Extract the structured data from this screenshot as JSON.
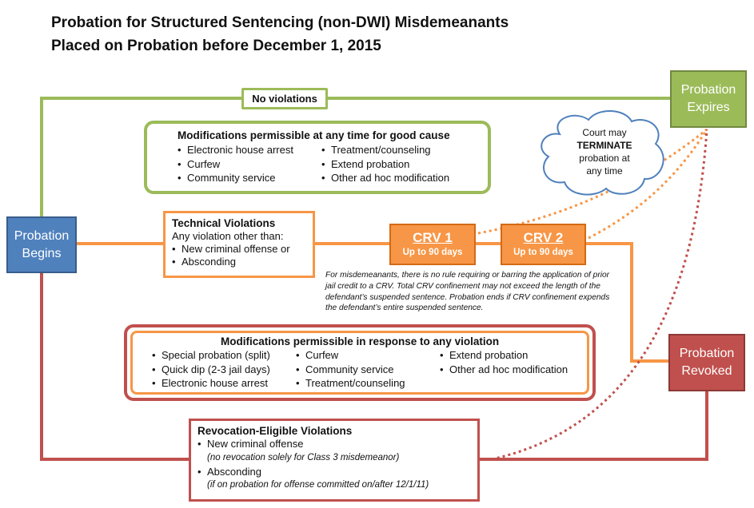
{
  "title": {
    "line1": "Probation for Structured Sentencing (non-DWI) Misdemeanants",
    "line2": "Placed on Probation before December 1, 2015"
  },
  "nodes": {
    "begins": {
      "line1": "Probation",
      "line2": "Begins"
    },
    "expires": {
      "line1": "Probation",
      "line2": "Expires"
    },
    "revoked": {
      "line1": "Probation",
      "line2": "Revoked"
    }
  },
  "no_violations": "No violations",
  "good_cause": {
    "header": "Modifications permissible at any time for good cause",
    "col1": [
      "Electronic house arrest",
      "Curfew",
      "Community service"
    ],
    "col2": [
      "Treatment/counseling",
      "Extend probation",
      "Other ad hoc modification"
    ]
  },
  "cloud": {
    "line1": "Court may",
    "line2": "TERMINATE",
    "line3": "probation at",
    "line4": "any time"
  },
  "technical": {
    "header": "Technical Violations",
    "intro": "Any violation other than:",
    "items": [
      "New criminal offense or",
      "Absconding"
    ]
  },
  "crv1": {
    "title": "CRV 1",
    "sub": "Up to 90 days"
  },
  "crv2": {
    "title": "CRV 2",
    "sub": "Up to 90 days"
  },
  "crv_note": "For misdemeanants, there is no rule requiring or barring the application of prior jail credit to a CRV. Total CRV confinement may not exceed the length of the defendant’s suspended sentence. Probation ends if CRV confinement expends the defendant’s entire suspended sentence.",
  "violation_mods": {
    "header": "Modifications permissible in response to any violation",
    "col1": [
      "Special probation (split)",
      "Quick dip (2-3 jail days)",
      "Electronic house arrest"
    ],
    "col2": [
      "Curfew",
      "Community service",
      "Treatment/counseling"
    ],
    "col3": [
      "Extend probation",
      "Other ad hoc modification"
    ]
  },
  "revocation": {
    "header": "Revocation-Eligible Violations",
    "item1": "New criminal offense",
    "item1_note": "(no revocation solely for Class 3 misdemeanor)",
    "item2": "Absconding",
    "item2_note": "(if on probation for offense committed  on/after 12/1/11)"
  },
  "colors": {
    "green": "#9bbb59",
    "blue": "#4f81bd",
    "orange": "#f79646",
    "red": "#c0504d"
  }
}
